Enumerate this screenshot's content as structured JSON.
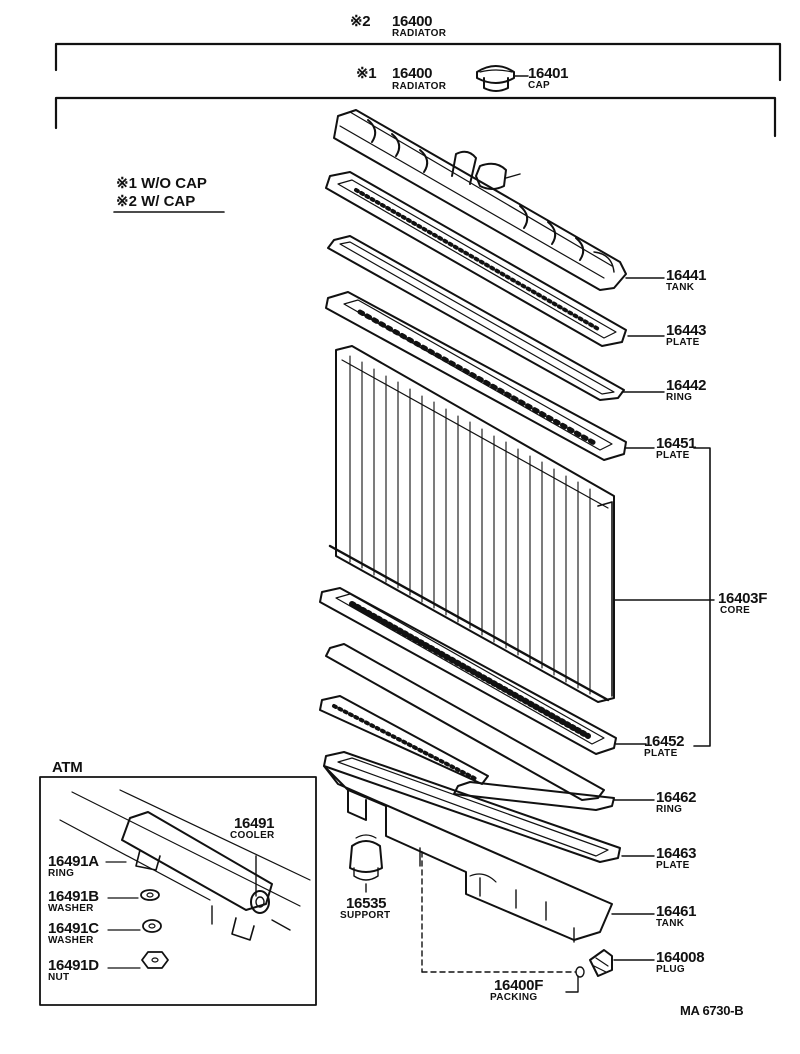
{
  "header": {
    "radiator_with_cap": {
      "mark": "※2",
      "number": "16400",
      "name": "RADIATOR"
    },
    "radiator_without_cap": {
      "mark": "※1",
      "number": "16400",
      "name": "RADIATOR"
    },
    "cap": {
      "number": "16401",
      "name": "CAP"
    }
  },
  "legend": {
    "line1": "※1 W/O CAP",
    "line2": "※2 W/ CAP"
  },
  "parts": {
    "p16441": {
      "number": "16441",
      "name": "TANK"
    },
    "p16443": {
      "number": "16443",
      "name": "PLATE"
    },
    "p16442": {
      "number": "16442",
      "name": "RING"
    },
    "p16451": {
      "number": "16451",
      "name": "PLATE"
    },
    "p16403F": {
      "number": "16403F",
      "name": "CORE"
    },
    "p16452": {
      "number": "16452",
      "name": "PLATE"
    },
    "p16462": {
      "number": "16462",
      "name": "RING"
    },
    "p16463": {
      "number": "16463",
      "name": "PLATE"
    },
    "p16461": {
      "number": "16461",
      "name": "TANK"
    },
    "p164008": {
      "number": "164008",
      "name": "PLUG"
    },
    "p16400F": {
      "number": "16400F",
      "name": "PACKING"
    },
    "p16535": {
      "number": "16535",
      "name": "SUPPORT"
    }
  },
  "atm": {
    "title": "ATM",
    "p16491": {
      "number": "16491",
      "name": "COOLER"
    },
    "p16491A": {
      "number": "16491A",
      "name": "RING"
    },
    "p16491B": {
      "number": "16491B",
      "name": "WASHER"
    },
    "p16491C": {
      "number": "16491C",
      "name": "WASHER"
    },
    "p16491D": {
      "number": "16491D",
      "name": "NUT"
    }
  },
  "drawing_code": "MA 6730-B"
}
